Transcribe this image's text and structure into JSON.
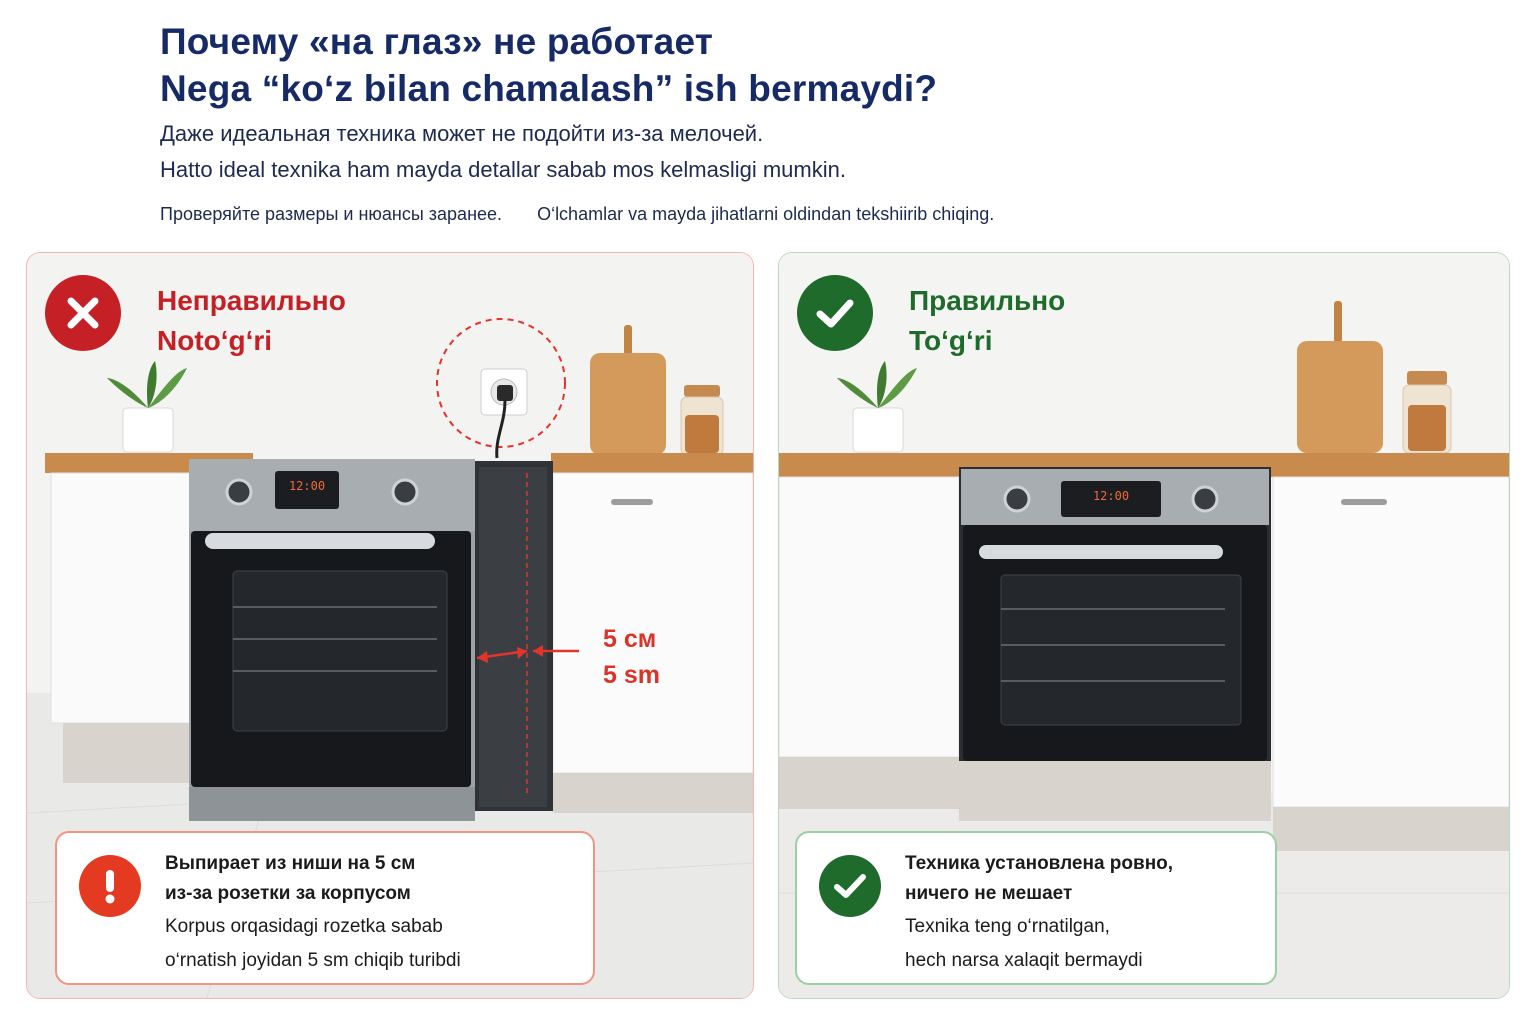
{
  "header": {
    "title_ru": "Почему «на глаз» не работает",
    "title_uz": "Nega “ko‘z bilan chamalash” ish bermaydi?",
    "subtitle_ru": "Даже идеальная техника может не подойти из-за мелочей.",
    "subtitle_uz": "Hatto ideal texnika ham mayda detallar sabab mos kelmasligi mumkin.",
    "note_ru": "Проверяйте размеры и нюансы заранее.",
    "note_uz": "O‘lchamlar va mayda jihatlarni oldindan tekshiirib chiqing."
  },
  "wrong_panel": {
    "label_ru": "Неправильно",
    "label_uz": "Noto‘g‘ri",
    "clock": "12:00",
    "gap_ru": "5 см",
    "gap_uz": "5 sm",
    "callout_ru_1": "Выпирает из ниши на 5 см",
    "callout_ru_2": "из-за розетки за корпусом",
    "callout_uz_1": "Korpus orqasidagi rozetka sabab",
    "callout_uz_2": "o‘rnatish joyidan 5 sm chiqib turibdi",
    "icon": "x-circle-icon",
    "callout_icon": "exclamation-icon"
  },
  "right_panel": {
    "label_ru": "Правильно",
    "label_uz": "To‘g‘ri",
    "clock": "12:00",
    "callout_ru_1": "Техника установлена ровно,",
    "callout_ru_2": "ничего не мешает",
    "callout_uz_1": "Texnika teng o‘rnatilgan,",
    "callout_uz_2": "hech narsa xalaqit bermaydi",
    "icon": "check-circle-icon",
    "callout_icon": "check-icon"
  },
  "colors": {
    "title": "#162a66",
    "wrong": "#c42026",
    "right": "#1f6b2c",
    "countertop": "#c98a4e",
    "gap_marker": "#e3342a"
  }
}
